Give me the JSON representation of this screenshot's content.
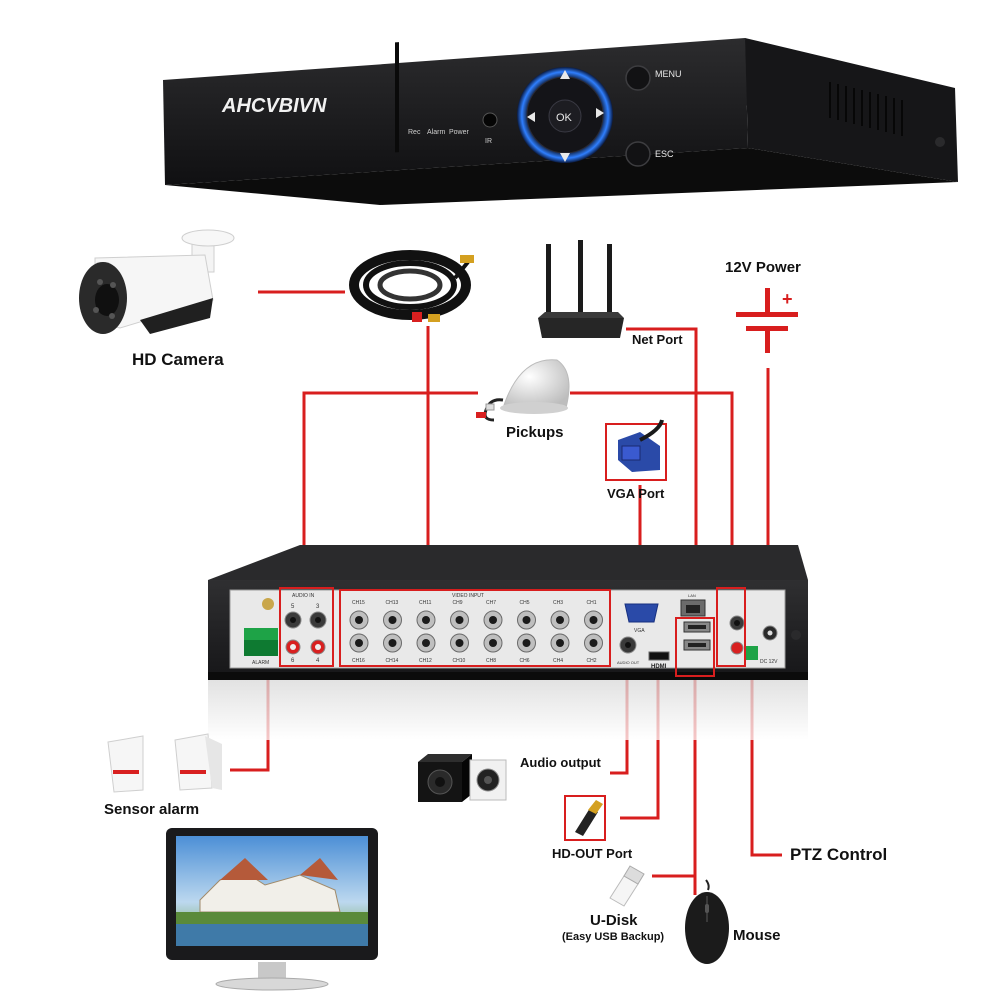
{
  "dvr_front": {
    "brand": "AHCVBIVN",
    "buttons": {
      "menu": "MENU",
      "esc": "ESC",
      "ok": "OK"
    },
    "indicators": [
      "Rec",
      "Alarm",
      "Power"
    ],
    "ir": "IR"
  },
  "rear_panel": {
    "audio_in": "AUDIO IN",
    "video_input": "VIDEO INPUT",
    "audio_out": "AUDIO OUT",
    "vga": "VGA",
    "lan": "LAN",
    "hdmi": "HDMI",
    "dc": "DC 12V",
    "alarm": "ALARM",
    "audio_in_top": [
      "5",
      "3"
    ],
    "audio_in_bottom": [
      "6",
      "4"
    ],
    "channels_top": [
      "CH15",
      "CH13",
      "CH11",
      "CH9",
      "CH7",
      "CH5",
      "CH3",
      "CH1"
    ],
    "channels_bottom": [
      "CH16",
      "CH14",
      "CH12",
      "CH10",
      "CH8",
      "CH6",
      "CH4",
      "CH2"
    ]
  },
  "labels": {
    "hd_camera": "HD Camera",
    "net_port": "Net Port",
    "power": "12V Power",
    "pickups": "Pickups",
    "vga_port": "VGA Port",
    "sensor_alarm": "Sensor alarm",
    "audio_output": "Audio output",
    "hd_out_port": "HD-OUT Port",
    "ptz_control": "PTZ Control",
    "u_disk": "U-Disk",
    "u_disk_sub": "(Easy USB Backup)",
    "mouse": "Mouse"
  },
  "colors": {
    "connector_line": "#d81e1e",
    "dvr_body": "#1c1c1e",
    "accent_ring": "#2f7fff"
  }
}
